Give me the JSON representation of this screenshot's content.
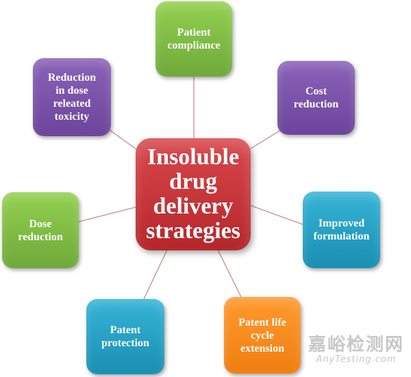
{
  "center": {
    "label": "Insoluble\ndrug\ndelivery\nstrategies"
  },
  "nodes": [
    {
      "id": "patient-compliance",
      "label": "Patient\ncompliance",
      "color": "#92d050"
    },
    {
      "id": "cost-reduction",
      "label": "Cost\nreduction",
      "color": "#7a52a8"
    },
    {
      "id": "improved-formulation",
      "label": "Improved\nformulation",
      "color": "#2aa2c6"
    },
    {
      "id": "patent-life-cycle-extension",
      "label": "Patent life\ncycle\nextension",
      "color": "#f7891f"
    },
    {
      "id": "patent-protection",
      "label": "Patent\nprotection",
      "color": "#2aa2c6"
    },
    {
      "id": "dose-reduction",
      "label": "Dose\nreduction",
      "color": "#92d050"
    },
    {
      "id": "reduction-in-dose-related-toxicity",
      "label": "Reduction\nin dose\nreleated\ntoxicity",
      "color": "#7a52a8"
    }
  ],
  "watermark": {
    "text_cn": "嘉峪检测网",
    "text_en": "AnyTesting.com"
  }
}
